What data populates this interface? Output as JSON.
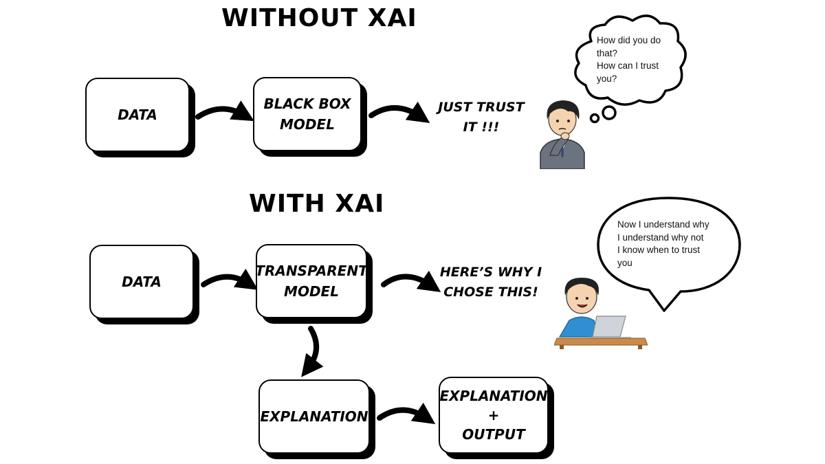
{
  "without": {
    "title": "WITHOUT XAI",
    "data_box": "DATA",
    "model_box": "BLACK BOX\nMODEL",
    "result": "JUST TRUST\nIT !!!",
    "thought": "How did you do\nthat?\nHow can I trust\nyou?"
  },
  "with": {
    "title": "WITH XAI",
    "data_box": "DATA",
    "model_box": "TRANSPARENT\nMODEL",
    "result": "HERE’S WHY I\nCHOSE THIS!",
    "explanation_box": "EXPLANATION",
    "output_box": "EXPLANATION\n+\nOUTPUT",
    "speech": "Now I understand why\nI understand why not\nI know when to trust\nyou"
  },
  "colors": {
    "ink": "#000000",
    "shirt_blue": "#2f8fd0",
    "suit_gray": "#6b7280",
    "skin": "#f6d3b0",
    "hair": "#222222",
    "desk": "#c98b4a",
    "laptop": "#cfd4da"
  },
  "icons": {
    "thinking_person": "thinking-man-icon",
    "happy_person": "happy-user-at-laptop-icon"
  }
}
